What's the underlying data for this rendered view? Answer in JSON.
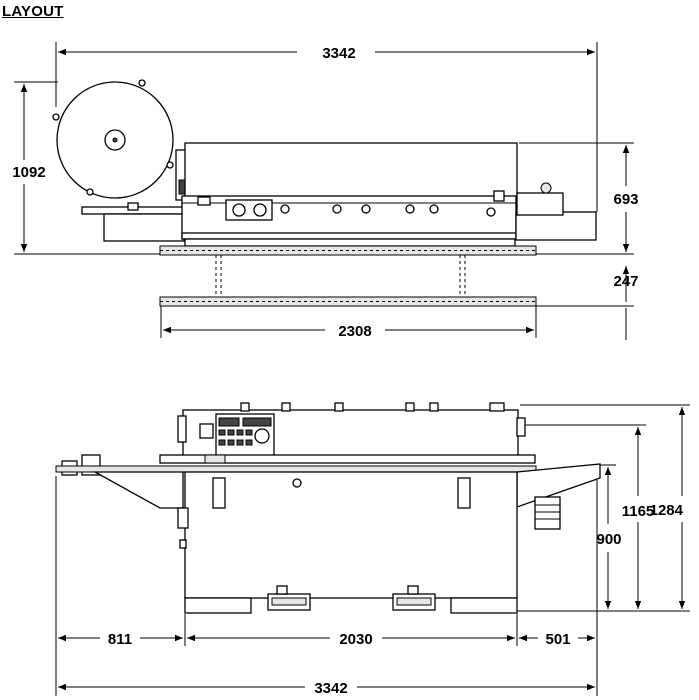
{
  "title": "LAYOUT",
  "top_view": {
    "overall_width": "3342",
    "overall_height": "1092",
    "body_height": "693",
    "conveyor_gap": "247",
    "conveyor_length": "2308"
  },
  "side_view": {
    "total_height": "1284",
    "top_height": "1165",
    "table_height": "900",
    "left_extension": "811",
    "base_length": "2030",
    "right_extension": "501",
    "overall_width": "3342"
  }
}
